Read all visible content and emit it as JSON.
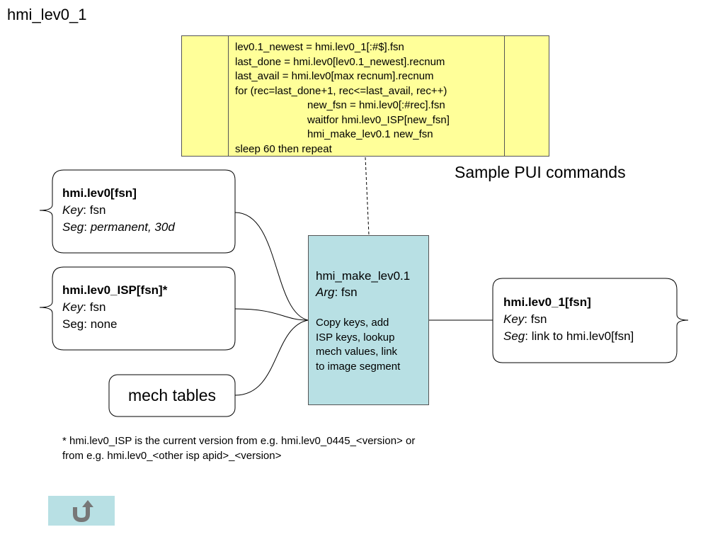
{
  "title": "hmi_lev0_1",
  "code": {
    "lines": [
      {
        "text": "lev0.1_newest = hmi.lev0_1[:#$].fsn",
        "indent": false
      },
      {
        "text": "last_done = hmi.lev0[lev0.1_newest].recnum",
        "indent": false
      },
      {
        "text": "last_avail = hmi.lev0[max recnum].recnum",
        "indent": false
      },
      {
        "text": "for (rec=last_done+1, rec<=last_avail, rec++)",
        "indent": false
      },
      {
        "text": "new_fsn = hmi.lev0[:#rec].fsn",
        "indent": true
      },
      {
        "text": "waitfor hmi.lev0_ISP[new_fsn]",
        "indent": true
      },
      {
        "text": "hmi_make_lev0.1 new_fsn",
        "indent": true
      },
      {
        "text": "sleep 60 then repeat",
        "indent": false
      }
    ],
    "caption": "Sample PUI commands"
  },
  "inputs": {
    "lev0": {
      "name": "hmi.lev0[fsn]",
      "key_label": "Key",
      "key_value": ": fsn",
      "seg_label": "Seg",
      "seg_sep": ": ",
      "seg_value": "permanent, 30d"
    },
    "isp": {
      "name": "hmi.lev0_ISP[fsn]*",
      "key_label": "Key",
      "key_value": ": fsn",
      "seg_text": "Seg: none"
    },
    "mech": {
      "label": "mech tables"
    }
  },
  "process": {
    "name": "hmi_make_lev0.1",
    "arg_label": "Arg",
    "arg_value": ": fsn",
    "description": [
      "Copy keys, add",
      "ISP keys, lookup",
      "mech values, link",
      "to image segment"
    ]
  },
  "output": {
    "name": "hmi.lev0_1[fsn]",
    "key_label": "Key",
    "key_value": ": fsn",
    "seg_label": "Seg",
    "seg_value": ": link to hmi.lev0[fsn]"
  },
  "footnote": [
    "* hmi.lev0_ISP is the current version from e.g.  hmi.lev0_0445_<version> or",
    "from e.g. hmi.lev0_<other isp apid>_<version>"
  ],
  "nav": {
    "back_icon": "return-arrow-icon"
  },
  "colors": {
    "code_bg": "#ffff99",
    "process_bg": "#b8e0e4",
    "nav_bg": "#b8e0e4",
    "icon": "#777777"
  }
}
